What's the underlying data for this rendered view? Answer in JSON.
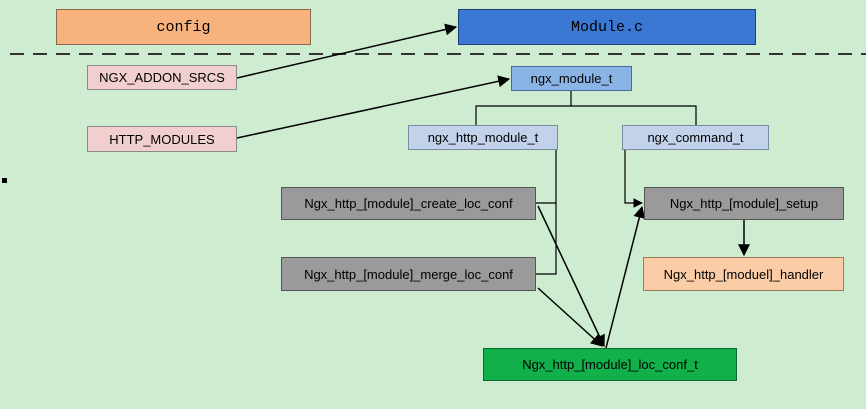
{
  "diagram": {
    "nodes": {
      "config": "config",
      "module_c": "Module.c",
      "ngx_addon_srcs": "NGX_ADDON_SRCS",
      "http_modules": "HTTP_MODULES",
      "ngx_module_t": "ngx_module_t",
      "ngx_http_module_t": "ngx_http_module_t",
      "ngx_command_t": "ngx_command_t",
      "create_loc_conf": "Ngx_http_[module]_create_loc_conf",
      "module_setup": "Ngx_http_[module]_setup",
      "merge_loc_conf": "Ngx_http_[module]_merge_loc_conf",
      "moduel_handler": "Ngx_http_[moduel]_handler",
      "loc_conf_t": "Ngx_http_[module]_loc_conf_t"
    },
    "edges": [
      {
        "from": "ngx_addon_srcs",
        "to": "module_c",
        "style": "arrow"
      },
      {
        "from": "http_modules",
        "to": "ngx_module_t",
        "style": "arrow"
      },
      {
        "from": "ngx_module_t",
        "to": "ngx_http_module_t",
        "style": "line"
      },
      {
        "from": "ngx_module_t",
        "to": "ngx_command_t",
        "style": "line"
      },
      {
        "from": "ngx_http_module_t",
        "to": "create_loc_conf",
        "style": "line"
      },
      {
        "from": "ngx_http_module_t",
        "to": "merge_loc_conf",
        "style": "line"
      },
      {
        "from": "ngx_command_t",
        "to": "module_setup",
        "style": "arrow"
      },
      {
        "from": "module_setup",
        "to": "moduel_handler",
        "style": "arrow"
      },
      {
        "from": "create_loc_conf",
        "to": "loc_conf_t",
        "style": "arrow"
      },
      {
        "from": "merge_loc_conf",
        "to": "loc_conf_t",
        "style": "arrow"
      },
      {
        "from": "loc_conf_t",
        "to": "module_setup",
        "style": "arrow"
      }
    ],
    "colors": {
      "background": "#cdecd0",
      "config_fill": "#f7b27e",
      "module_c_fill": "#3a78d4",
      "macro_fill": "#f2cfcf",
      "ngx_module_t_fill": "#8bb4e6",
      "struct_fill": "#c2d2ea",
      "function_fill": "#9a9a9a",
      "handler_fill": "#fbcda6",
      "loc_conf_fill": "#12b04a",
      "line": "#000000"
    }
  }
}
